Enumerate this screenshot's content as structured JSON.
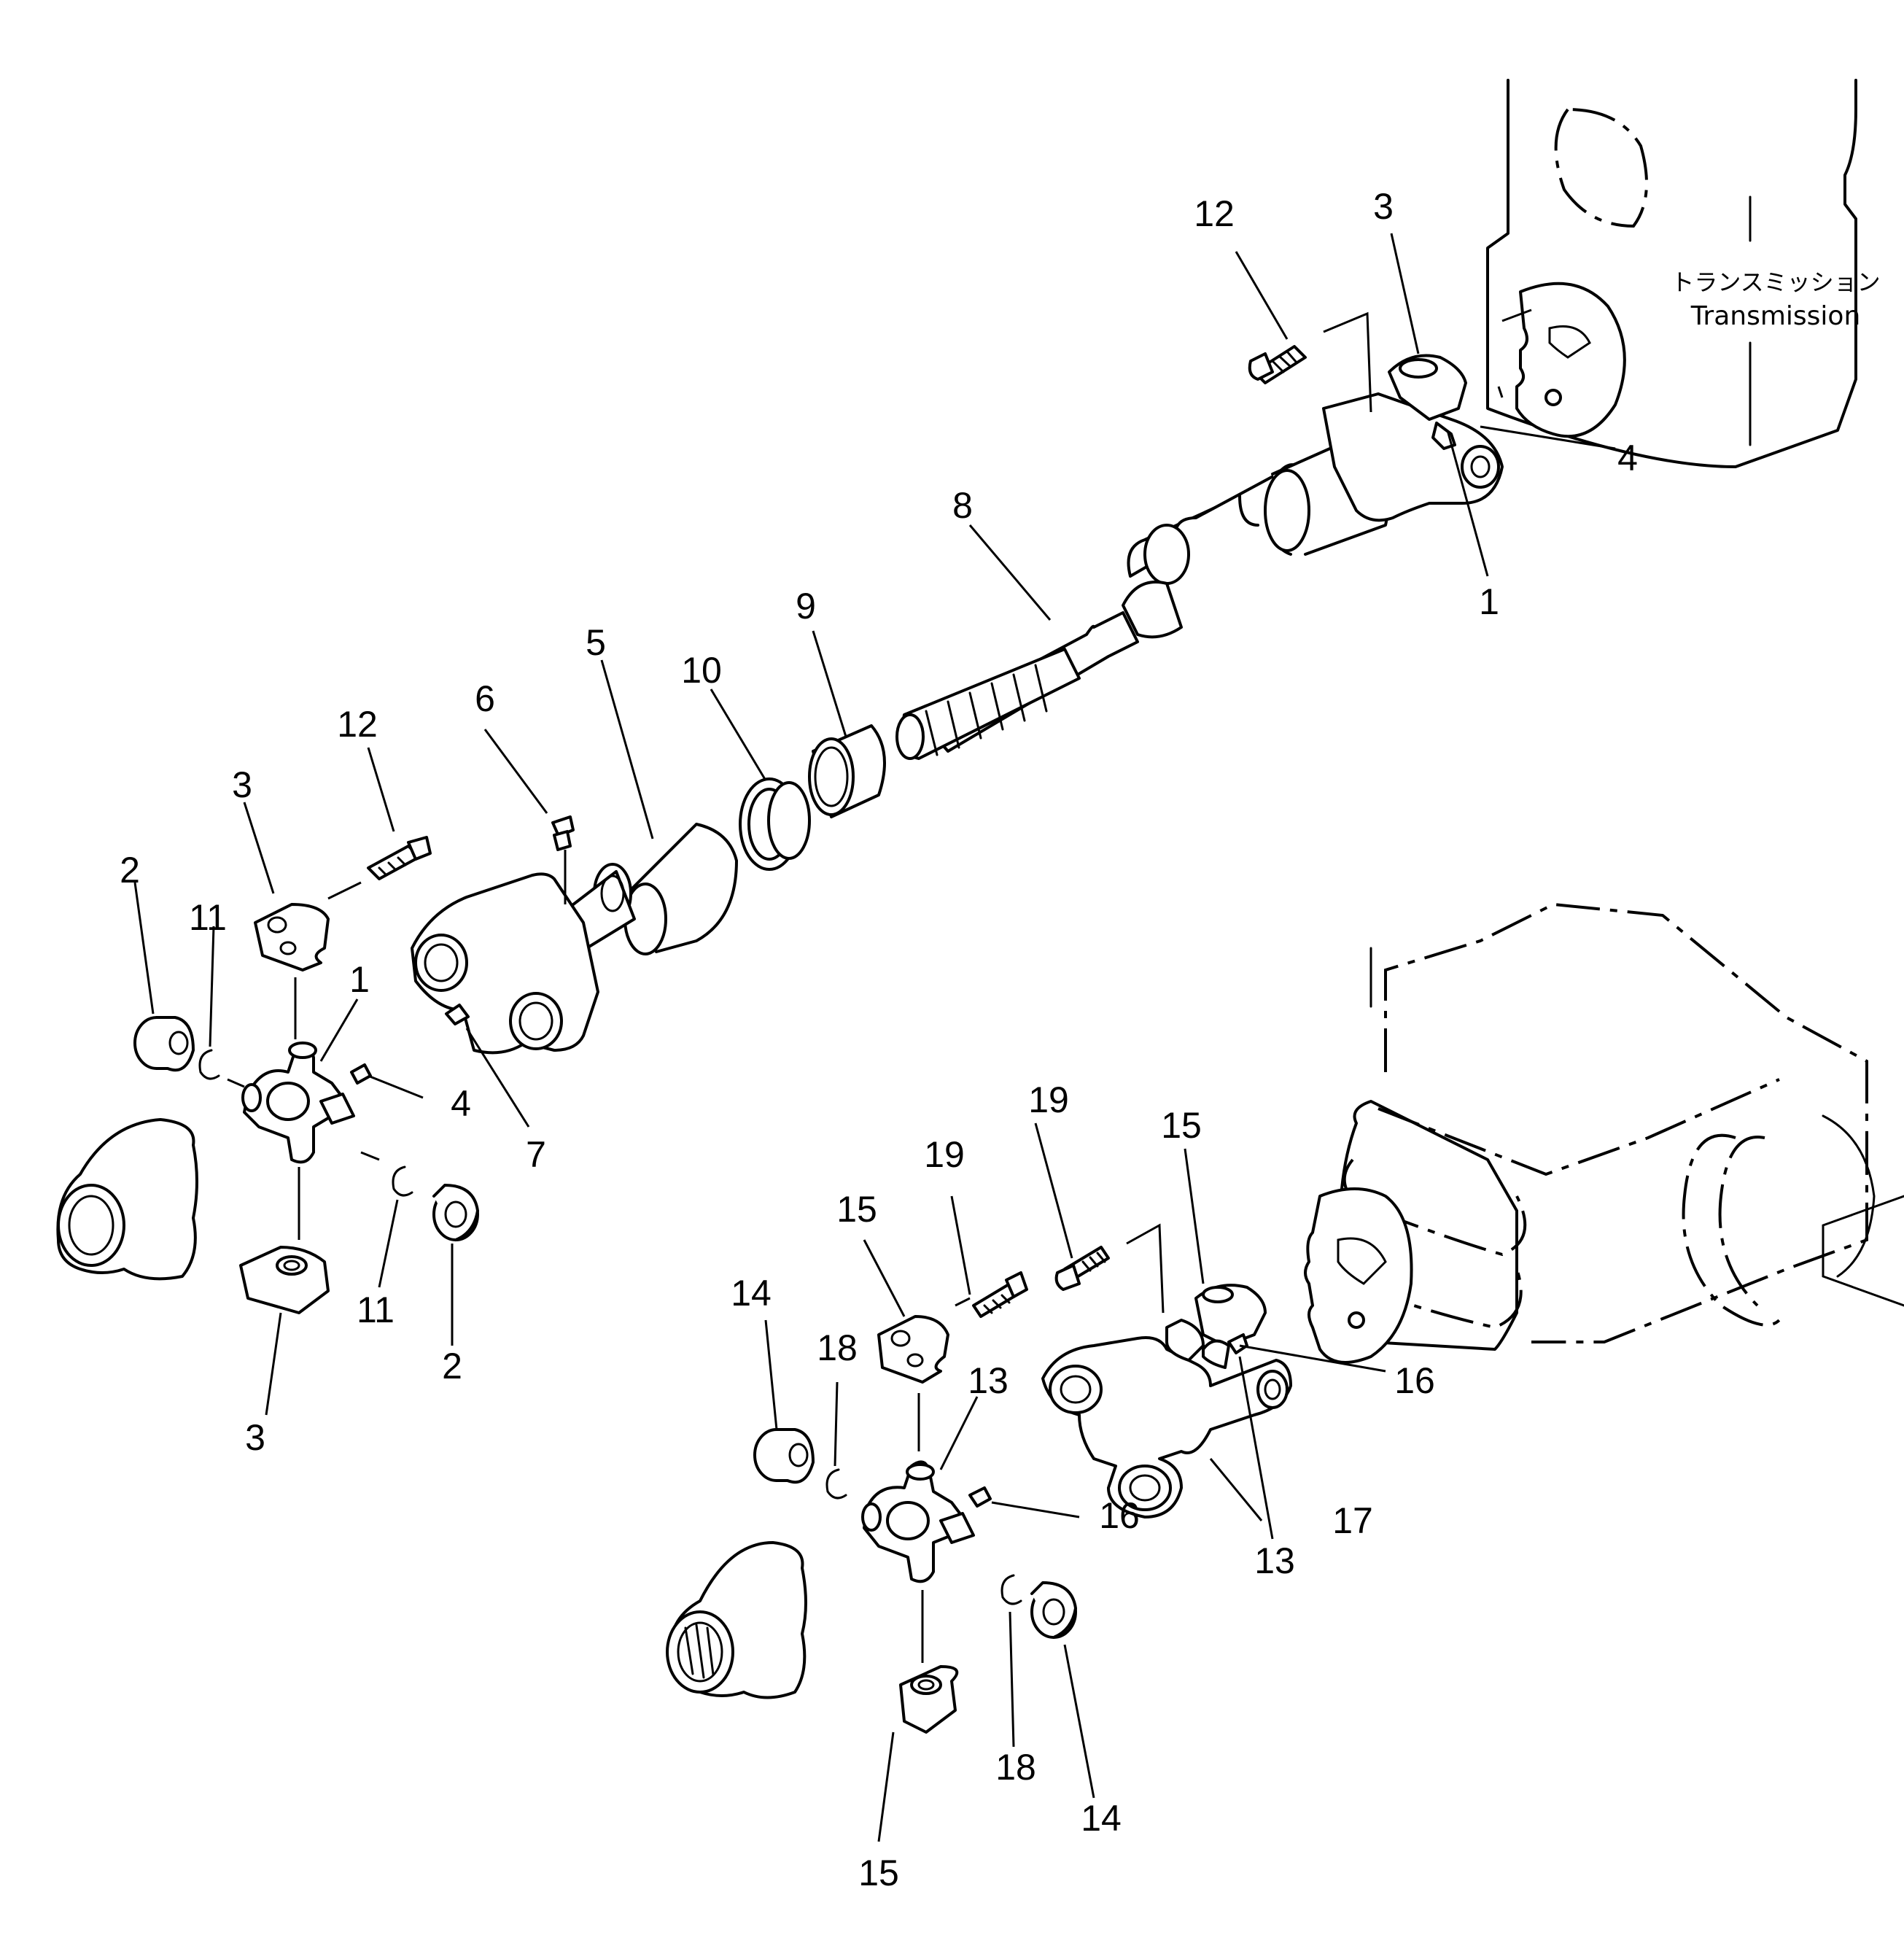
{
  "transmission_label": {
    "japanese": "トランスミッション",
    "english": "Transmission"
  },
  "callouts": {
    "c1a": "12",
    "c1b": "3",
    "c1c": "4",
    "c1d": "1",
    "c2a": "8",
    "c2b": "9",
    "c2c": "10",
    "c2d": "5",
    "c2e": "6",
    "c2f": "7",
    "c3a": "12",
    "c3b": "3",
    "c3c": "2",
    "c3d": "11",
    "c3e": "1",
    "c3f": "4",
    "c3g": "11",
    "c3h": "2",
    "c3i": "3",
    "c4a": "19",
    "c4b": "15",
    "c4c": "19",
    "c4d": "15",
    "c4e": "16",
    "c4f": "14",
    "c4g": "18",
    "c4h": "13",
    "c4i": "16",
    "c4j": "13",
    "c4k": "17",
    "c4l": "18",
    "c4m": "14",
    "c4n": "15"
  }
}
